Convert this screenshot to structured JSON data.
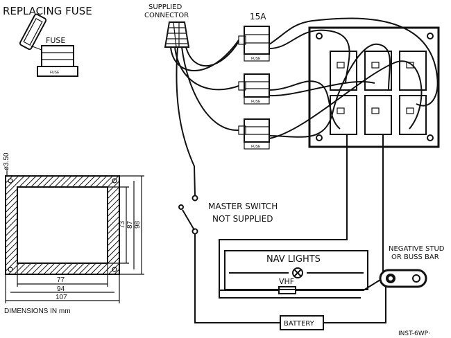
{
  "title": "REPLACING FUSE",
  "fuse_inset_label": "FUSE",
  "fuse_small_text": "FUSE",
  "connector_label_line1": "SUPPLIED",
  "connector_label_line2": "CONNECTOR",
  "fuse_rating": "15A",
  "master_switch_line1": "MASTER SWITCH",
  "master_switch_line2": "NOT SUPPLIED",
  "nav_lights": "NAV LIGHTS",
  "vhf": "VHF",
  "negative_line1": "NEGATIVE STUD",
  "negative_line2": "OR BUSS BAR",
  "battery": "BATTERY",
  "part_number": "INST-6WP·",
  "dimensions_caption": "DIMENSIONS IN mm",
  "dim_hole": "ø3.50",
  "dim_73": "73",
  "dim_87": "87",
  "dim_98": "98",
  "dim_77": "77",
  "dim_94": "94",
  "dim_107": "107"
}
